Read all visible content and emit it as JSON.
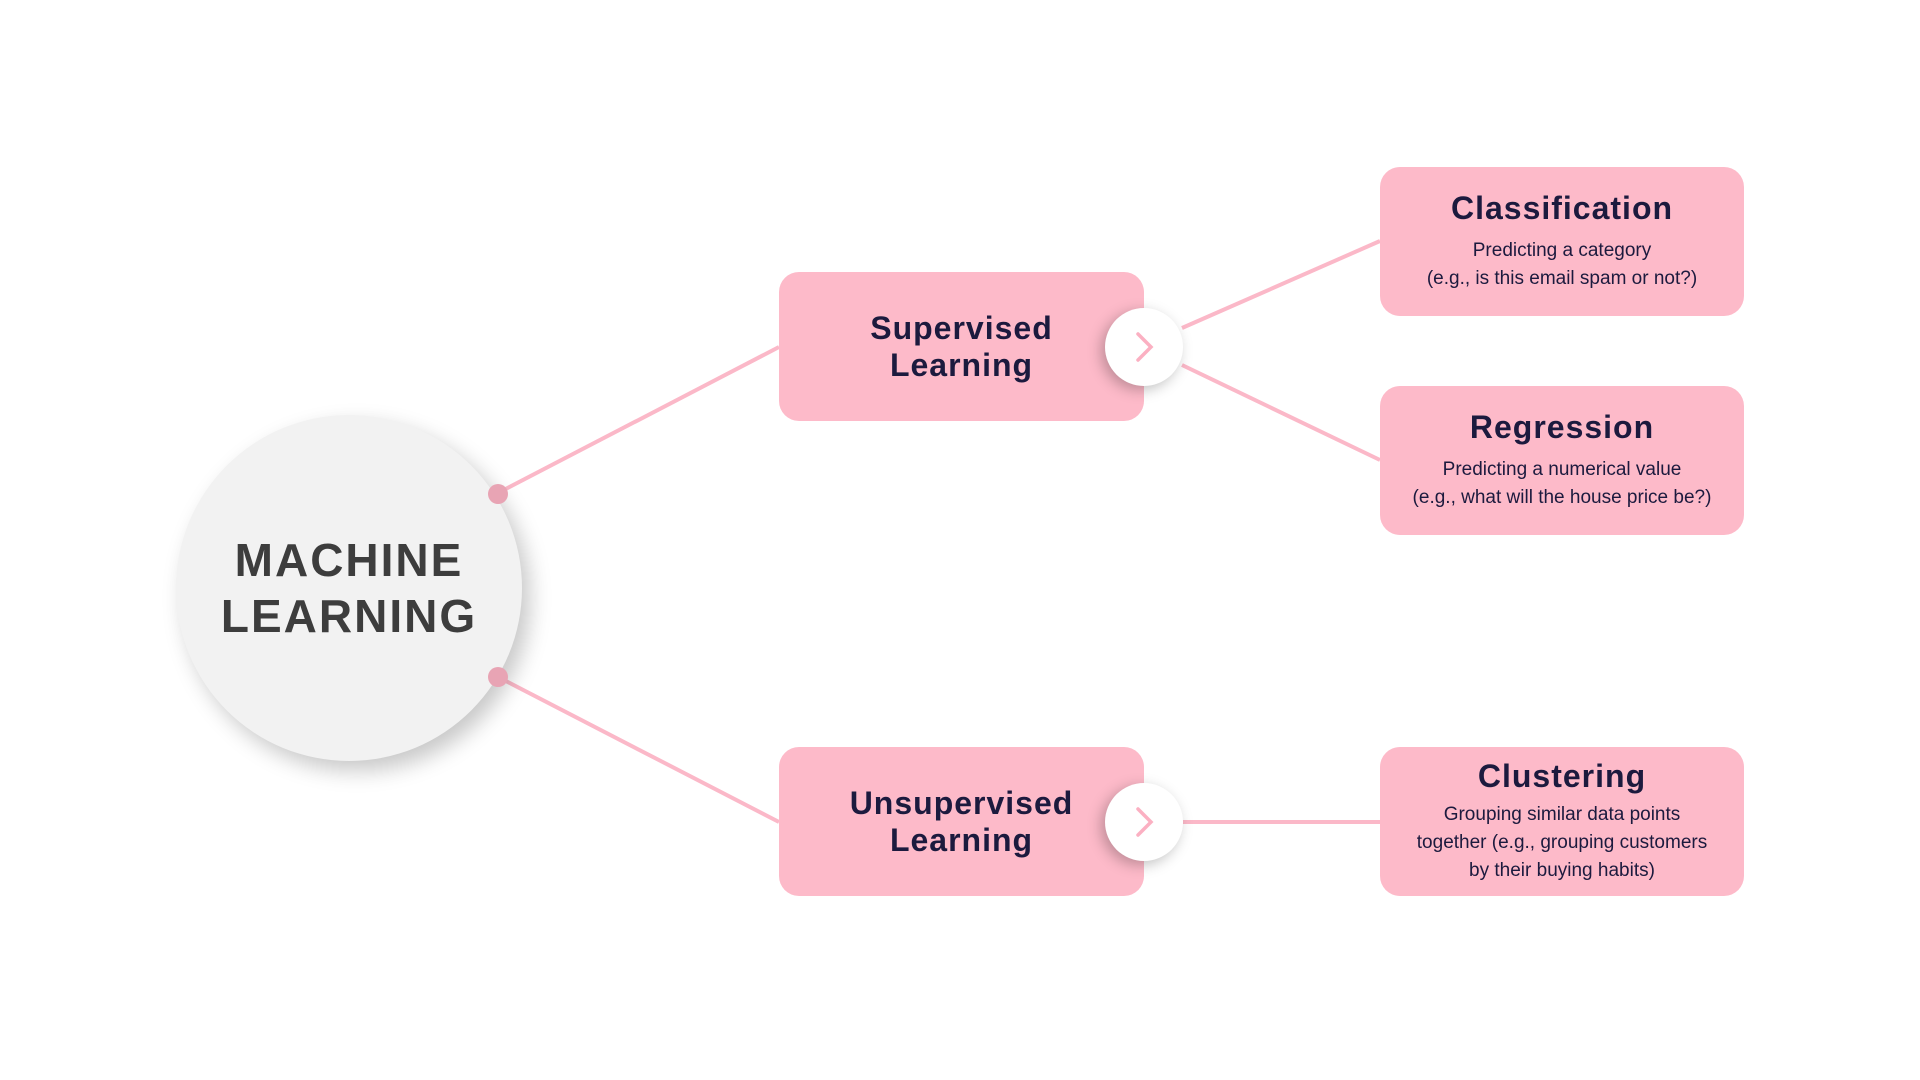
{
  "hub": {
    "line1": "MACHINE",
    "line2": "LEARNING"
  },
  "branches": [
    {
      "line1": "Supervised",
      "line2": "Learning"
    },
    {
      "line1": "Unsupervised",
      "line2": "Learning"
    }
  ],
  "leaves": [
    {
      "title": "Classification",
      "desc1": "Predicting a category",
      "desc2": "(e.g., is this email spam or not?)"
    },
    {
      "title": "Regression",
      "desc1": "Predicting a numerical value",
      "desc2": "(e.g., what will the house price be?)"
    },
    {
      "title": "Clustering",
      "desc1": "Grouping similar data points",
      "desc2": "together (e.g., grouping customers",
      "desc3": "by their buying habits)"
    }
  ],
  "colors": {
    "box": "#fdbac9",
    "line": "#fbb8c8",
    "text": "#1c1a3e",
    "hub_text": "#3d3d3d"
  }
}
